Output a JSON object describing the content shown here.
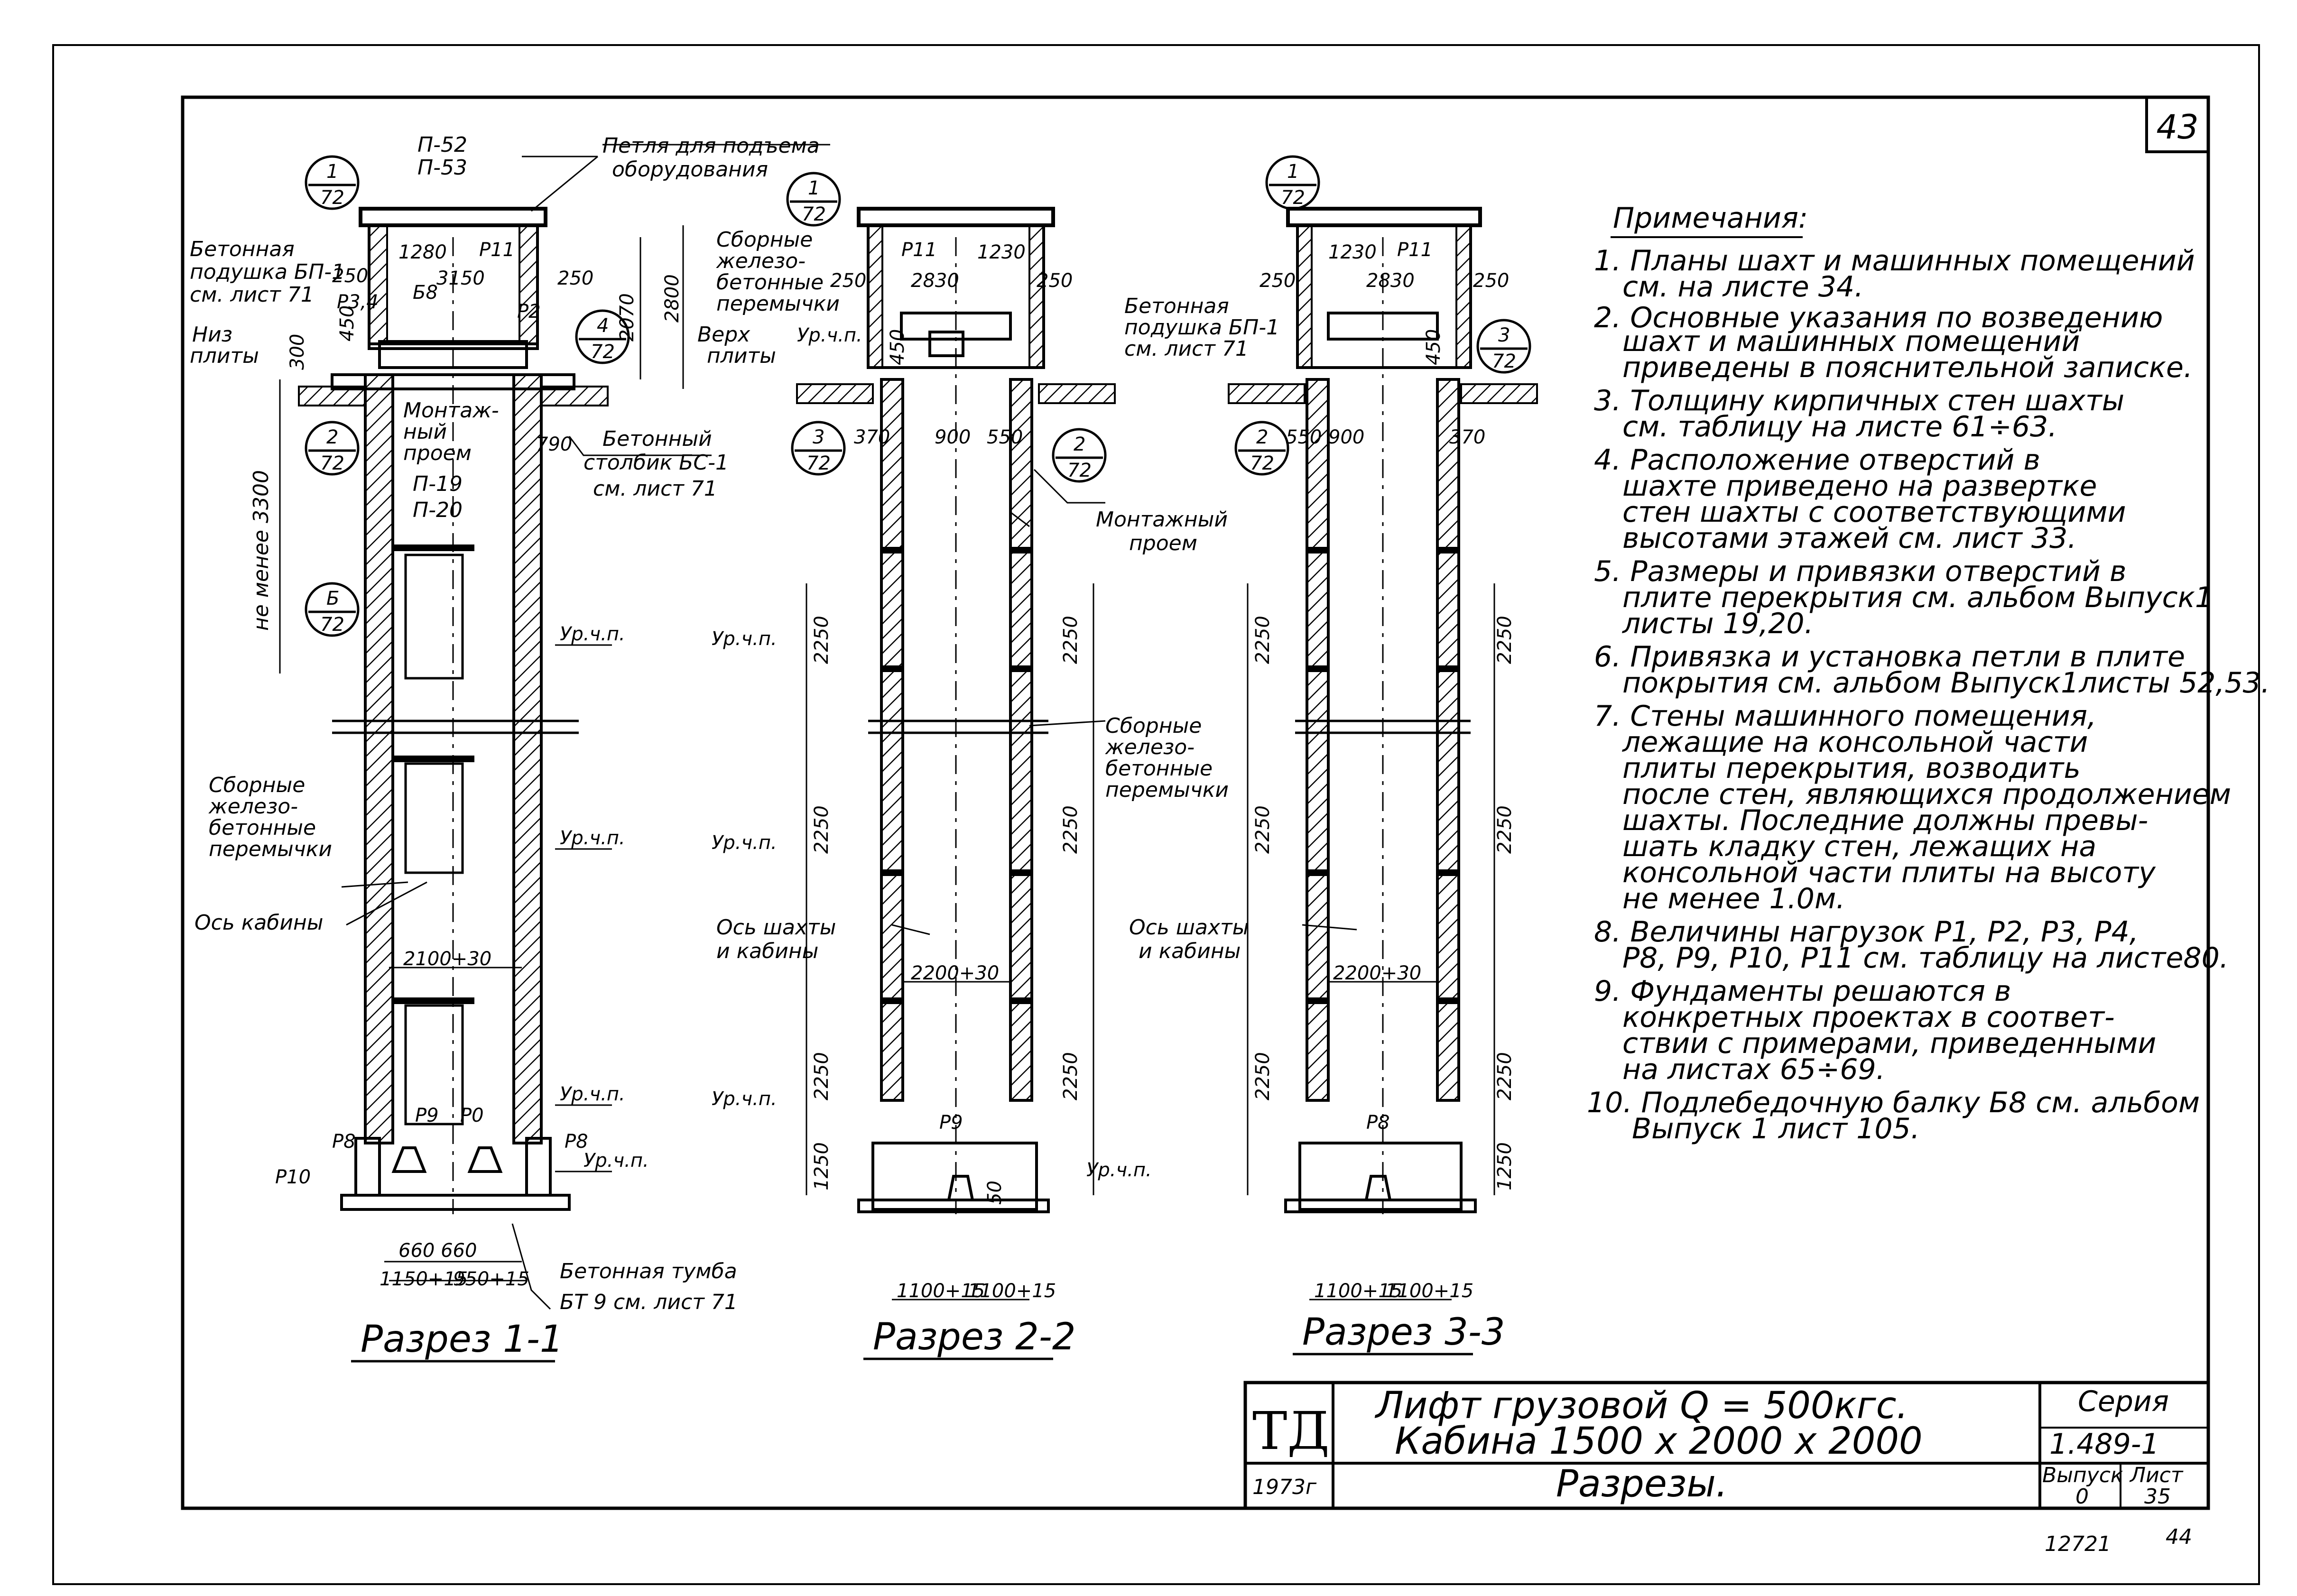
{
  "sheet_number": "43",
  "notes": {
    "title": "Примечания:",
    "items": [
      [
        "1. Планы шахт и машинных помещений",
        "см. на листе 34."
      ],
      [
        "2. Основные указания по возведению",
        "шахт и машинных помещений",
        "приведены в пояснительной записке."
      ],
      [
        "3. Толщину кирпичных стен шахты",
        "см. таблицу на листе 61÷63."
      ],
      [
        "4. Расположение отверстий в",
        "шахте приведено на развертке",
        "стен шахты с соответствующими",
        "высотами этажей см. лист 33."
      ],
      [
        "5. Размеры и привязки отверстий в",
        "плите перекрытия см. альбом Выпуск1",
        "листы 19,20."
      ],
      [
        "6. Привязка и установка петли в плите",
        "покрытия см. альбом Выпуск1листы 52,53."
      ],
      [
        "7. Стены машинного помещения,",
        "лежащие на консольной части",
        "плиты перекрытия, возводить",
        "после стен, являющихся продолжением",
        "шахты. Последние должны превы-",
        "шать кладку стен, лежащих на",
        "консольной части плиты на высоту",
        "не менее 1.0м."
      ],
      [
        "8. Величины нагрузок P1, P2, P3, P4,",
        "P8, P9, P10, P11 см. таблицу на листе80."
      ],
      [
        "9. Фундаменты решаются в",
        "конкретных проектах в соответ-",
        "ствии с примерами, приведенными",
        "на листах 65÷69."
      ],
      [
        "10. Подлебедочную балку Б8 см. альбом",
        "Выпуск 1 лист 105."
      ]
    ]
  },
  "sections": {
    "s1": {
      "title": "Разрез 1-1",
      "labels": {
        "p52": "П-52",
        "p53": "П-53",
        "loop": "Петля для подъема",
        "loop2": "оборудования",
        "cushion1": "Бетонная",
        "cushion2": "подушка БП-1",
        "cushion3": "см. лист 71",
        "niz": "Низ",
        "plity": "плиты",
        "b8": "Б8",
        "p3p4": "P3,4",
        "p2": "P2",
        "p11": "P11",
        "montazh1": "Монтаж-",
        "montazh2": "ный",
        "montazh3": "проем",
        "p19": "П-19",
        "p20": "П-20",
        "column1": "Бетонный",
        "column2": "столбик БС-1",
        "column3": "см. лист 71",
        "notless": "не менее 3300",
        "lintels1": "Сборные",
        "lintels2": "железо-",
        "lintels3": "бетонные",
        "lintels4": "перемычки",
        "axis": "Ось кабины",
        "p8": "P8",
        "p9": "P9",
        "p0": "P0",
        "p10": "P10",
        "pedestal1": "Бетонная тумба",
        "pedestal2": "БТ 9 см. лист 71",
        "urchp": "Ур.ч.п."
      },
      "dims": {
        "d1280": "1280",
        "d3150": "3150",
        "d250a": "250",
        "d250b": "250",
        "d450": "450",
        "d2070": "2070",
        "d2800": "2800",
        "d300": "300",
        "d790": "790",
        "d2100": "2100+30",
        "d660": "660 660",
        "d1150": "1150+15",
        "d950": "950+15"
      },
      "callouts": [
        {
          "num": "1",
          "sheet": "72"
        },
        {
          "num": "1",
          "sheet": "72"
        },
        {
          "num": "4",
          "sheet": "72"
        },
        {
          "num": "2",
          "sheet": "72"
        },
        {
          "num": "Б",
          "sheet": "72"
        }
      ]
    },
    "s2": {
      "title": "Разрез 2-2",
      "labels": {
        "p11": "P11",
        "lintels1": "Сборные",
        "lintels2": "железо-",
        "lintels3": "бетонные",
        "lintels4": "перемычки",
        "verkh": "Верх",
        "plity": "плиты",
        "urchp": "Ур.ч.п.",
        "cushion1": "Бетонная",
        "cushion2": "подушка БП-1",
        "cushion3": "см. лист 71",
        "montazh1": "Монтажный",
        "montazh2": "проем",
        "axis1": "Ось шахты",
        "axis2": "и кабины",
        "p9": "P9"
      },
      "dims": {
        "d1230": "1230",
        "d250a": "250",
        "d2830": "2830",
        "d250b": "250",
        "d450": "450",
        "d370": "370",
        "d900": "900",
        "d550": "550",
        "d2250": "2250",
        "d2200": "2200+30",
        "d1250": "1250",
        "d50": "50",
        "d1100a": "1100+15",
        "d1100b": "1100+15"
      },
      "callouts": [
        {
          "num": "3",
          "sheet": "72"
        },
        {
          "num": "2",
          "sheet": "72"
        }
      ]
    },
    "s3": {
      "title": "Разрез 3-3",
      "labels": {
        "p11": "P11",
        "lintels1": "Сборные",
        "lintels2": "железо-",
        "lintels3": "бетонные",
        "lintels4": "перемычки",
        "axis1": "Ось шахты",
        "axis2": "и кабины",
        "p8": "P8"
      },
      "dims": {
        "d1230": "1230",
        "d250a": "250",
        "d2830": "2830",
        "d250b": "250",
        "d450": "450",
        "d550": "550",
        "d900": "900",
        "d370": "370",
        "d2250": "2250",
        "d2200": "2200+30",
        "d1250": "1250",
        "d1100a": "1100+15",
        "d1100b": "1100+15"
      },
      "callouts": [
        {
          "num": "1",
          "sheet": "72"
        },
        {
          "num": "3",
          "sheet": "72"
        },
        {
          "num": "2",
          "sheet": "72"
        }
      ]
    }
  },
  "title_block": {
    "logo": "ТД",
    "title_line1": "Лифт грузовой Q = 500кгс.",
    "title_line2": "Кабина 1500 х 2000 х 2000",
    "year": "1973г",
    "subtitle": "Разрезы.",
    "series_label": "Серия",
    "series_value": "1.489-1",
    "issue_label": "Выпуск",
    "issue_value": "0",
    "sheet_label": "Лист",
    "sheet_value": "35"
  },
  "footer": {
    "code": "12721",
    "page": "44"
  }
}
